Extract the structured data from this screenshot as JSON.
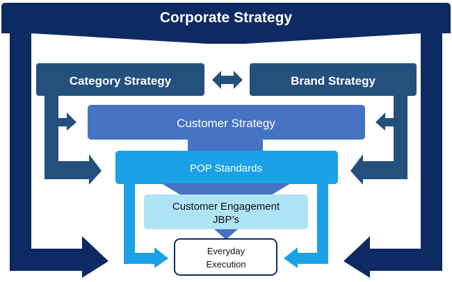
{
  "boxes": {
    "corporate": "Corporate Strategy",
    "category": "Category Strategy",
    "brand": "Brand Strategy",
    "customer": "Customer Strategy",
    "pop": "POP Standards",
    "engagement_line1": "Customer Engagement",
    "engagement_line2": "JBP’s",
    "everyday_line1": "Everyday",
    "everyday_line2": "Execution"
  },
  "colors": {
    "navy": "#0e2a63",
    "steel": "#24507d",
    "royal": "#4673c4",
    "sky": "#1ba1e6",
    "pale": "#aee4f5",
    "white": "#ffffff"
  }
}
